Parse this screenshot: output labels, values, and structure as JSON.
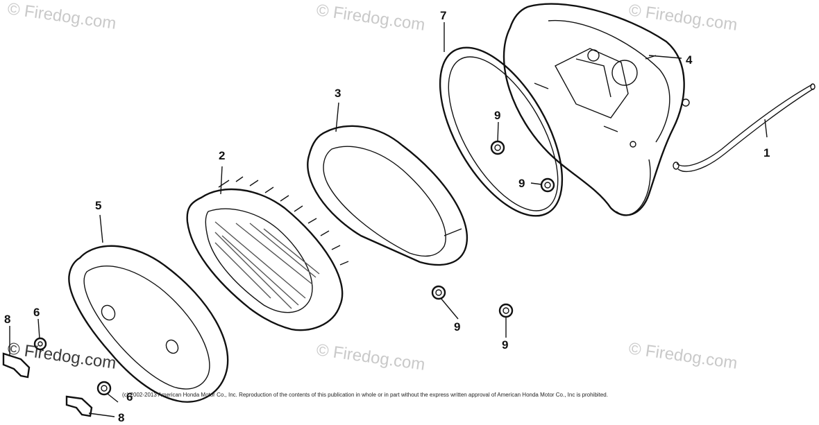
{
  "callouts": {
    "c1": "1",
    "c2": "2",
    "c3": "3",
    "c4": "4",
    "c5": "5",
    "c6a": "6",
    "c6b": "6",
    "c7": "7",
    "c8a": "8",
    "c8b": "8",
    "c9a": "9",
    "c9b": "9",
    "c9c": "9",
    "c9d": "9"
  },
  "watermark": "© Firedog.com",
  "copyright": "(c) 2002-2013 American Honda Motor Co., Inc. Reproduction of the contents of this publication in whole or in part without the express written approval of American Honda Motor Co., Inc is prohibited."
}
